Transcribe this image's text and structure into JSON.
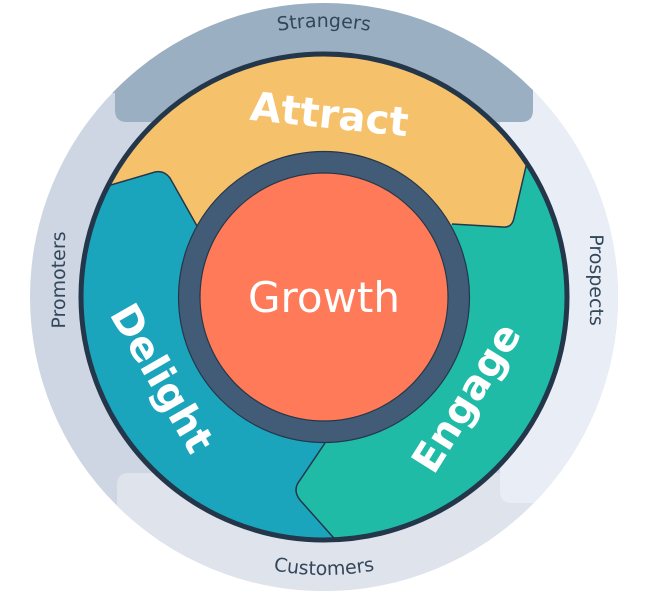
{
  "diagram": {
    "center": {
      "label": "Growth",
      "fill": "#ff7a59",
      "ring": "#425b76"
    },
    "stages": [
      {
        "id": "attract",
        "label": "Attract",
        "fill": "#f5c26b"
      },
      {
        "id": "engage",
        "label": "Engage",
        "fill": "#1fbba6"
      },
      {
        "id": "delight",
        "label": "Delight",
        "fill": "#1ba5bd"
      }
    ],
    "outer_ring": [
      {
        "id": "strangers",
        "label": "Strangers",
        "fill": "#9bafc2"
      },
      {
        "id": "prospects",
        "label": "Prospects",
        "fill": "#e9eef6"
      },
      {
        "id": "customers",
        "label": "Customers",
        "fill": "#dfe3ec"
      },
      {
        "id": "promoters",
        "label": "Promoters",
        "fill": "#cdd6e2"
      }
    ],
    "outline": "#24364a",
    "text_dark": "#33475b"
  }
}
